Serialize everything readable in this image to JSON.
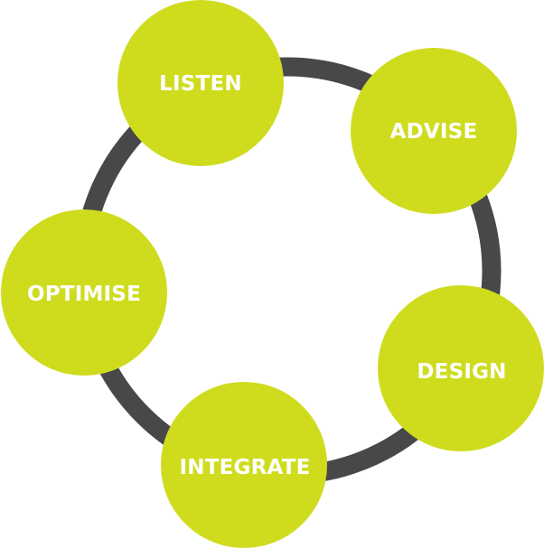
{
  "diagram": {
    "type": "cycle",
    "colors": {
      "node_fill": "#cfdc1e",
      "ring": "#48484a",
      "label": "#ffffff",
      "background": "#ffffff"
    },
    "steps": [
      {
        "id": "listen",
        "label": "LISTEN"
      },
      {
        "id": "advise",
        "label": "ADVISE"
      },
      {
        "id": "design",
        "label": "DESIGN"
      },
      {
        "id": "integrate",
        "label": "INTEGRATE"
      },
      {
        "id": "optimise",
        "label": "OPTIMISE"
      }
    ]
  }
}
